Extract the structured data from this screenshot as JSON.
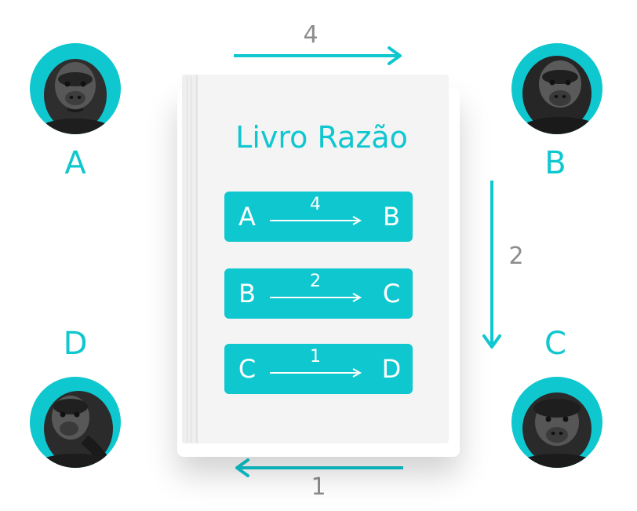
{
  "nodes": {
    "a": {
      "label": "A"
    },
    "b": {
      "label": "B"
    },
    "c": {
      "label": "C"
    },
    "d": {
      "label": "D"
    }
  },
  "ledger": {
    "title": "Livro Razão",
    "entries": [
      {
        "from": "A",
        "amount": "4",
        "to": "B"
      },
      {
        "from": "B",
        "amount": "2",
        "to": "C"
      },
      {
        "from": "C",
        "amount": "1",
        "to": "D"
      }
    ]
  },
  "edges": [
    {
      "from": "A",
      "to": "B",
      "amount": "4"
    },
    {
      "from": "B",
      "to": "C",
      "amount": "2"
    },
    {
      "from": "C",
      "to": "D",
      "amount": "1"
    }
  ],
  "colors": {
    "accent": "#0fc7cf",
    "muted": "#8c8c8c",
    "book": "#f4f4f4"
  },
  "icons": {
    "avatar": "gorilla-icon",
    "arrow": "arrow-icon"
  }
}
